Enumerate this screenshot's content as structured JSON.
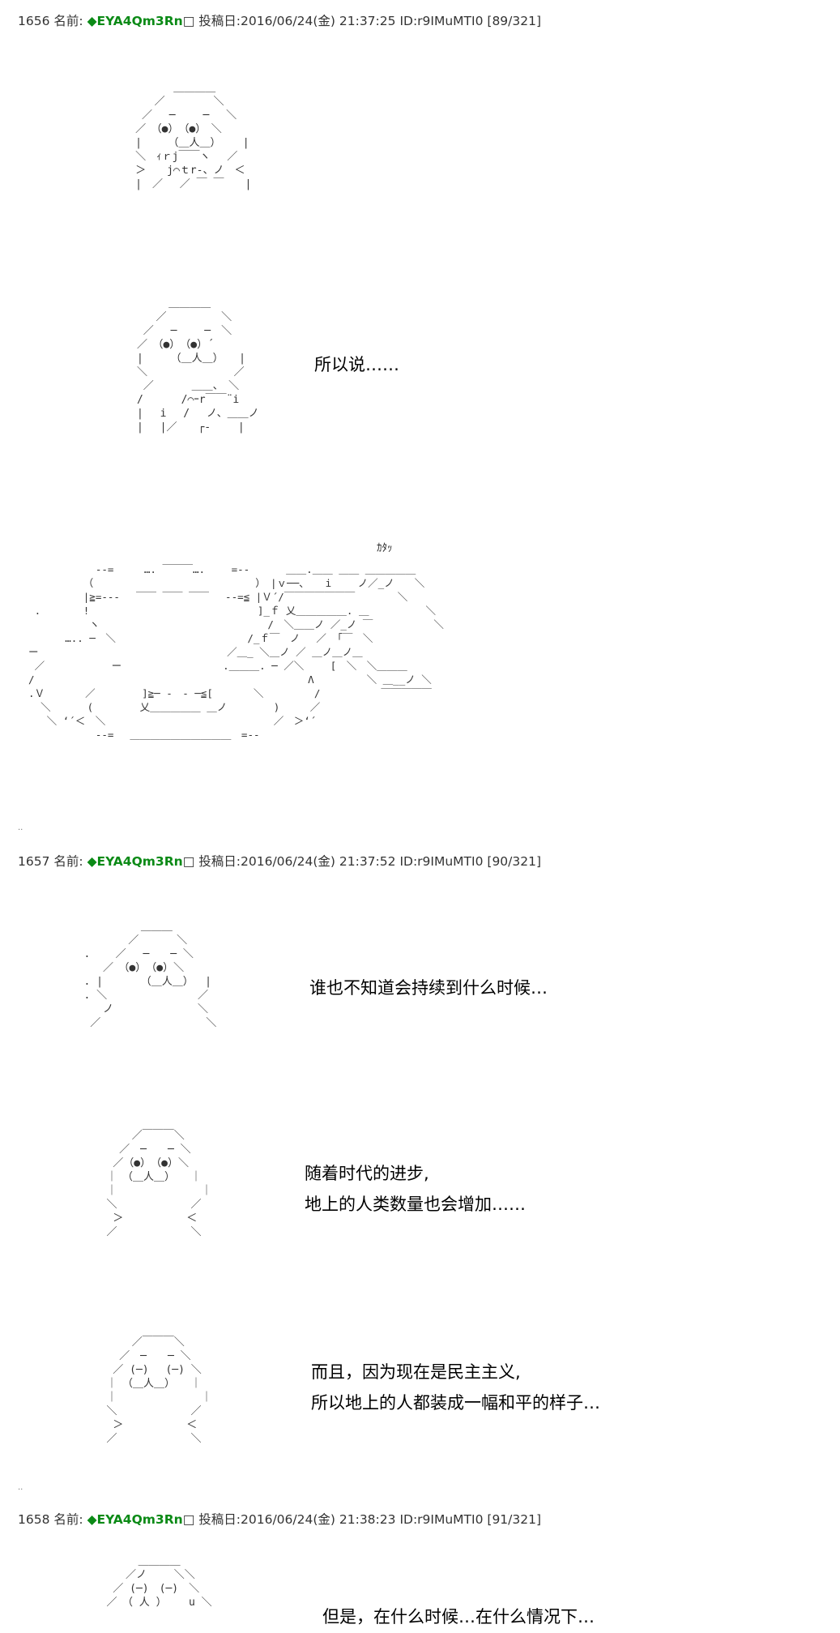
{
  "posts": [
    {
      "number": "1656",
      "name_label": "名前:",
      "trip": "◆EYA4Qm3Rn",
      "box": "□",
      "date_label": "投稿日:",
      "datetime": "2016/06/24(金) 21:37:25",
      "id": "ID:r9IMuMTI0",
      "counter": "[89/321]"
    },
    {
      "number": "1657",
      "name_label": "名前:",
      "trip": "◆EYA4Qm3Rn",
      "box": "□",
      "date_label": "投稿日:",
      "datetime": "2016/06/24(金) 21:37:52",
      "id": "ID:r9IMuMTI0",
      "counter": "[90/321]"
    },
    {
      "number": "1658",
      "name_label": "名前:",
      "trip": "◆EYA4Qm3Rn",
      "box": "□",
      "date_label": "投稿日:",
      "datetime": "2016/06/24(金) 21:38:23",
      "id": "ID:r9IMuMTI0",
      "counter": "[91/321]"
    }
  ],
  "sfx": {
    "katat": "ｶﾀｯ"
  },
  "dialogue": {
    "p1656_line1": "所以说……",
    "p1657_line1": "谁也不知道会持续到什么时候…",
    "p1657_line2a": "随着时代的进步,",
    "p1657_line2b": "地上的人类数量也会增加……",
    "p1657_line3a": "而且，因为现在是民主主义,",
    "p1657_line3b": "所以地上的人都装成一幅和平的样子…",
    "p1658_line1": "但是，在什么时候…在什么情况下…"
  },
  "colors": {
    "trip": "#0b8a16",
    "text": "#000000",
    "header": "#333333"
  }
}
